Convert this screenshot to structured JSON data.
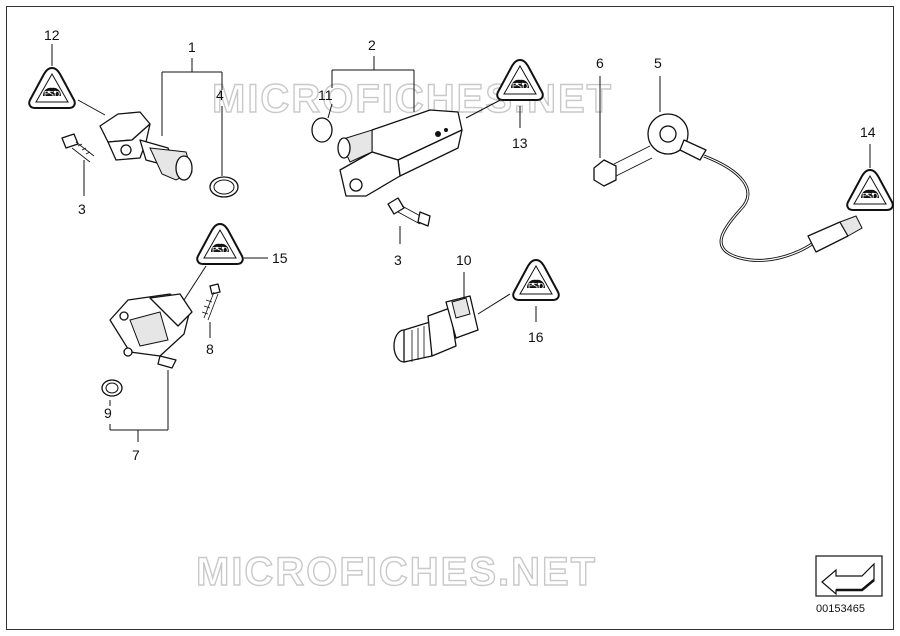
{
  "watermark": "MICROFICHES.NET",
  "document_number": "00153465",
  "callouts": {
    "c1": "1",
    "c2": "2",
    "c3a": "3",
    "c3b": "3",
    "c4": "4",
    "c5": "5",
    "c6": "6",
    "c7": "7",
    "c8": "8",
    "c9": "9",
    "c10": "10",
    "c11": "11",
    "c12": "12",
    "c13": "13",
    "c14": "14",
    "c15": "15",
    "c16": "16"
  },
  "warning_emblem_text": "ESD"
}
